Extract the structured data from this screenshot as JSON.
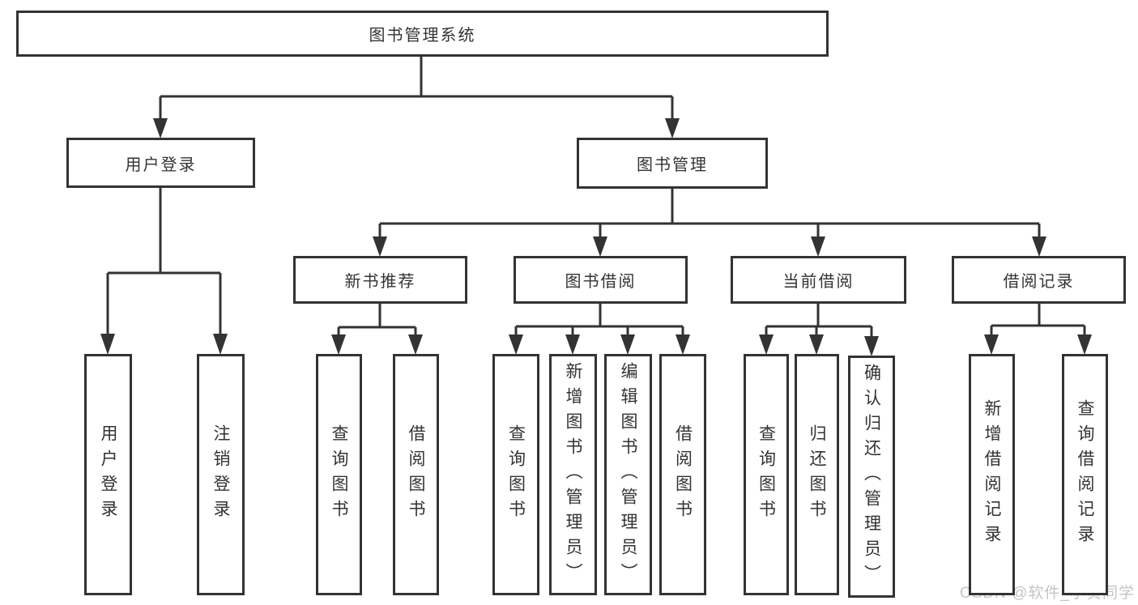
{
  "diagram_type": "hierarchy-tree",
  "colors": {
    "line": "#333333",
    "box_border": "#333333",
    "box_fill": "#ffffff",
    "text": "#333333",
    "watermark_text": "#c4c4c4",
    "background": "#ffffff"
  },
  "tree": {
    "label": "图书管理系统",
    "children": [
      {
        "label": "用户登录",
        "children": [
          {
            "label": "用户登录"
          },
          {
            "label": "注销登录"
          }
        ]
      },
      {
        "label": "图书管理",
        "children": [
          {
            "label": "新书推荐",
            "children": [
              {
                "label": "查询图书"
              },
              {
                "label": "借阅图书"
              }
            ]
          },
          {
            "label": "图书借阅",
            "children": [
              {
                "label": "查询图书"
              },
              {
                "label": "新增图书（管理员）"
              },
              {
                "label": "编辑图书（管理员）"
              },
              {
                "label": "借阅图书"
              }
            ]
          },
          {
            "label": "当前借阅",
            "children": [
              {
                "label": "查询图书"
              },
              {
                "label": "归还图书"
              },
              {
                "label": "确认归还（管理员）"
              }
            ]
          },
          {
            "label": "借阅记录",
            "children": [
              {
                "label": "新增借阅记录"
              },
              {
                "label": "查询借阅记录"
              }
            ]
          }
        ]
      }
    ]
  },
  "watermark": "CSDN @软件_小贺同学"
}
